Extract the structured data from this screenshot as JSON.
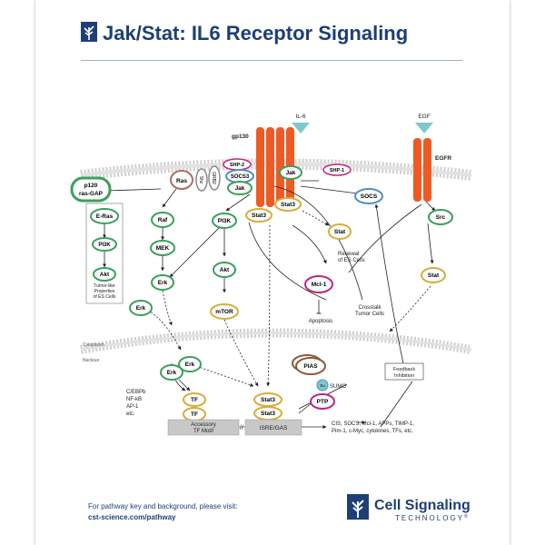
{
  "title": "Jak/Stat: IL6 Receptor Signaling",
  "footer": {
    "line1": "For pathway key and background, please visit:",
    "line2": "cst-science.com/pathway"
  },
  "brand": {
    "name": "Cell Signaling",
    "sub": "TECHNOLOGY",
    "mark": "®"
  },
  "labels": {
    "il6": "IL-6",
    "egf": "EGF",
    "gp130": "gp130",
    "egfr": "EGFR",
    "cytoplasm": "Cytoplasm",
    "nucleus": "Nucleus",
    "sumo": "SUMO",
    "apoptosis": "Apoptosis",
    "renewal": [
      "Renewal",
      "of ES Cells"
    ],
    "crosstalk": [
      "Crosstalk",
      "Tumor Cells"
    ],
    "feedback": [
      "Feedback",
      "Inhibition"
    ],
    "tumorlike": [
      "Tumor-like",
      "Properties",
      "of ES Cells"
    ],
    "cebp": [
      "C/EBPb",
      "NF-kB",
      "AP-1",
      "etc."
    ],
    "accessory": [
      "Accessory",
      "TF Motif"
    ],
    "isre": "ISRE/GAS",
    "targets": [
      "CIS, SOCS, Mcl-1, APPs, TIMP-1,",
      "Pim-1, c-Myc, cytokines, TFs, etc."
    ]
  },
  "nodes": {
    "p120": [
      "p120",
      "ras-GAP"
    ],
    "ras": "Ras",
    "shc": "Shc",
    "grb2": "GRB2",
    "shp2": "SHP-2",
    "socs3": "SOCS3",
    "jak1": "Jak",
    "jak2": "Jak",
    "shp1": "SHP-1",
    "socs": "SOCS",
    "stat3a": "Stat3",
    "stat3b": "Stat3",
    "stat": "Stat",
    "src": "Src",
    "stat2": "Stat",
    "eras": "E-Ras",
    "pi3k_left": "PI3K",
    "akt_left": "Akt",
    "raf": "Raf",
    "mek": "MEK",
    "erk1": "Erk",
    "erk2": "Erk",
    "pi3k": "PI3K",
    "akt": "Akt",
    "mtor": "mTOR",
    "mcl1": "Mcl-1",
    "erk_n1": "Erk",
    "erk_n2": "Erk",
    "tf1": "TF",
    "tf2": "TF",
    "pias": "PIAS",
    "su": "Su",
    "stat3_n1": "Stat3",
    "stat3_n2": "Stat3",
    "ptp": "PTP"
  },
  "colors": {
    "title": "#1d3f75",
    "receptor": "#ef5a24",
    "ligand": "#7ec9cc",
    "green": "#3b9f5c",
    "gold": "#d8ad3a",
    "pink": "#c2247f",
    "blue": "#4b8ec7",
    "gray": "#8a8a8a",
    "red": "#e03c31"
  }
}
